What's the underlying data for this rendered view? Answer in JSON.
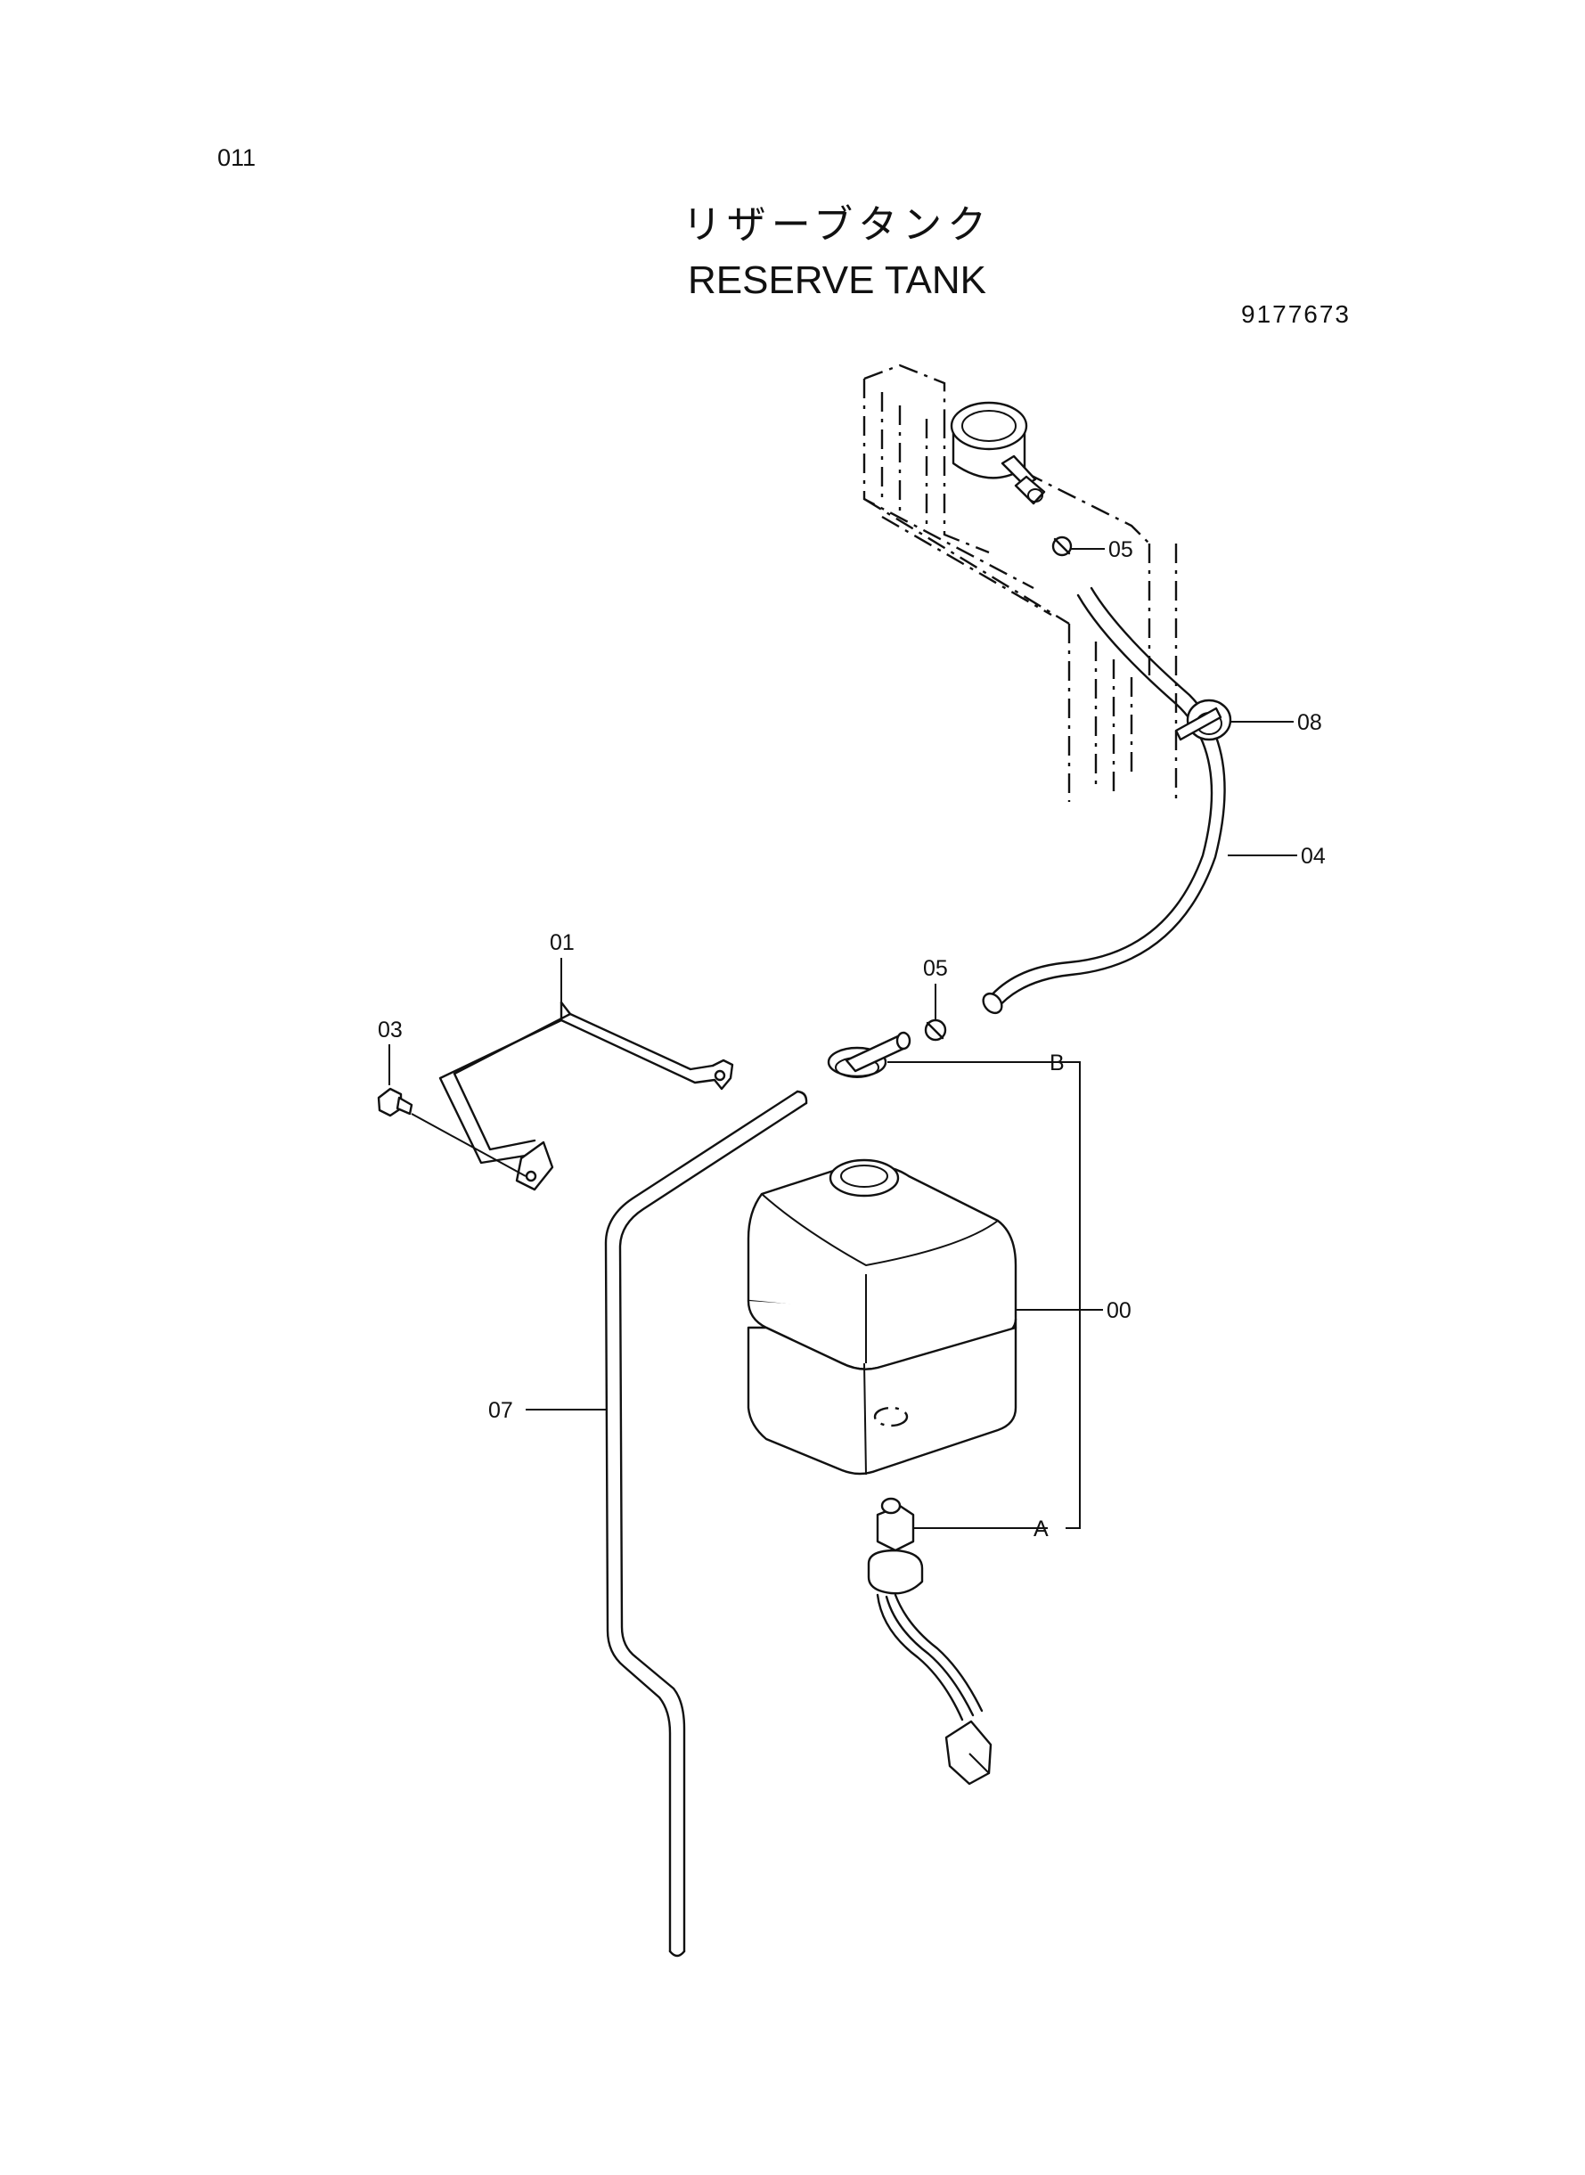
{
  "header": {
    "page_number": "011",
    "title_jp": "リザーブタンク",
    "title_en": "RESERVE TANK",
    "drawing_number": "9177673"
  },
  "callouts": {
    "c05_top": "05",
    "c08": "08",
    "c04": "04",
    "c01": "01",
    "c05_mid": "05",
    "c03": "03",
    "cB": "B",
    "c00": "00",
    "c07": "07",
    "cA": "A"
  }
}
